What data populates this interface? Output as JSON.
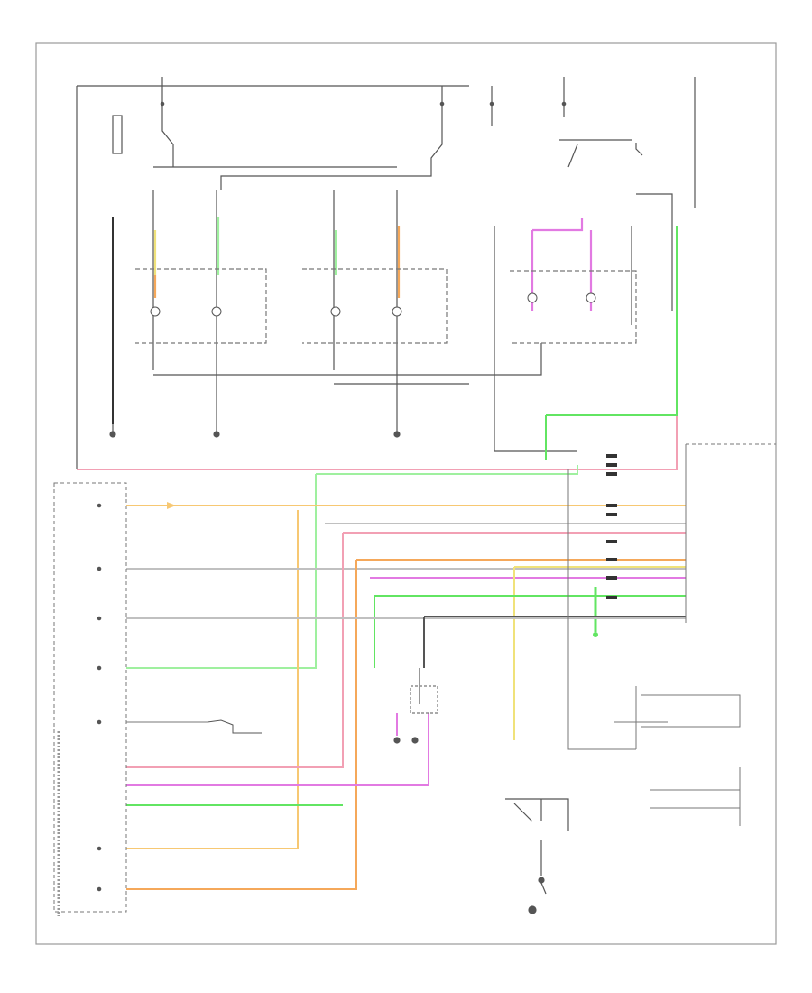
{
  "diagram": {
    "page_id": "",
    "colors": {
      "frame": "#9a9a9a",
      "wire": "#555555",
      "pink": "#f2a0b4",
      "green": "#62e562",
      "light_green": "#9ff09f",
      "orange": "#f5a85a",
      "yellow_orange": "#f7c873",
      "violet": "#e27ae2",
      "yellow": "#f0e27a",
      "dark": "#333333",
      "gray": "#c0c0c0"
    },
    "components": [
      {
        "id": "fuse-block-left",
        "label": ""
      },
      {
        "id": "fuse-block-right",
        "label": ""
      },
      {
        "id": "left-hi-beam",
        "label": ""
      },
      {
        "id": "left-lo-beam",
        "label": ""
      },
      {
        "id": "right-lo-beam",
        "label": ""
      },
      {
        "id": "right-hi-beam",
        "label": ""
      },
      {
        "id": "left-fog-lamp",
        "label": ""
      },
      {
        "id": "right-fog-lamp",
        "label": ""
      },
      {
        "id": "ground-g101",
        "label": ""
      },
      {
        "id": "ground-g102",
        "label": ""
      },
      {
        "id": "ground-g103",
        "label": ""
      },
      {
        "id": "body-control-module",
        "label": ""
      },
      {
        "id": "headlamp-switch",
        "label": ""
      },
      {
        "id": "fog-lamp-switch",
        "label": ""
      },
      {
        "id": "dimmer-switch",
        "label": ""
      },
      {
        "id": "instrument-cluster",
        "label": ""
      },
      {
        "id": "ambient-light-sensor",
        "label": ""
      },
      {
        "id": "ground-g201",
        "label": ""
      }
    ]
  }
}
